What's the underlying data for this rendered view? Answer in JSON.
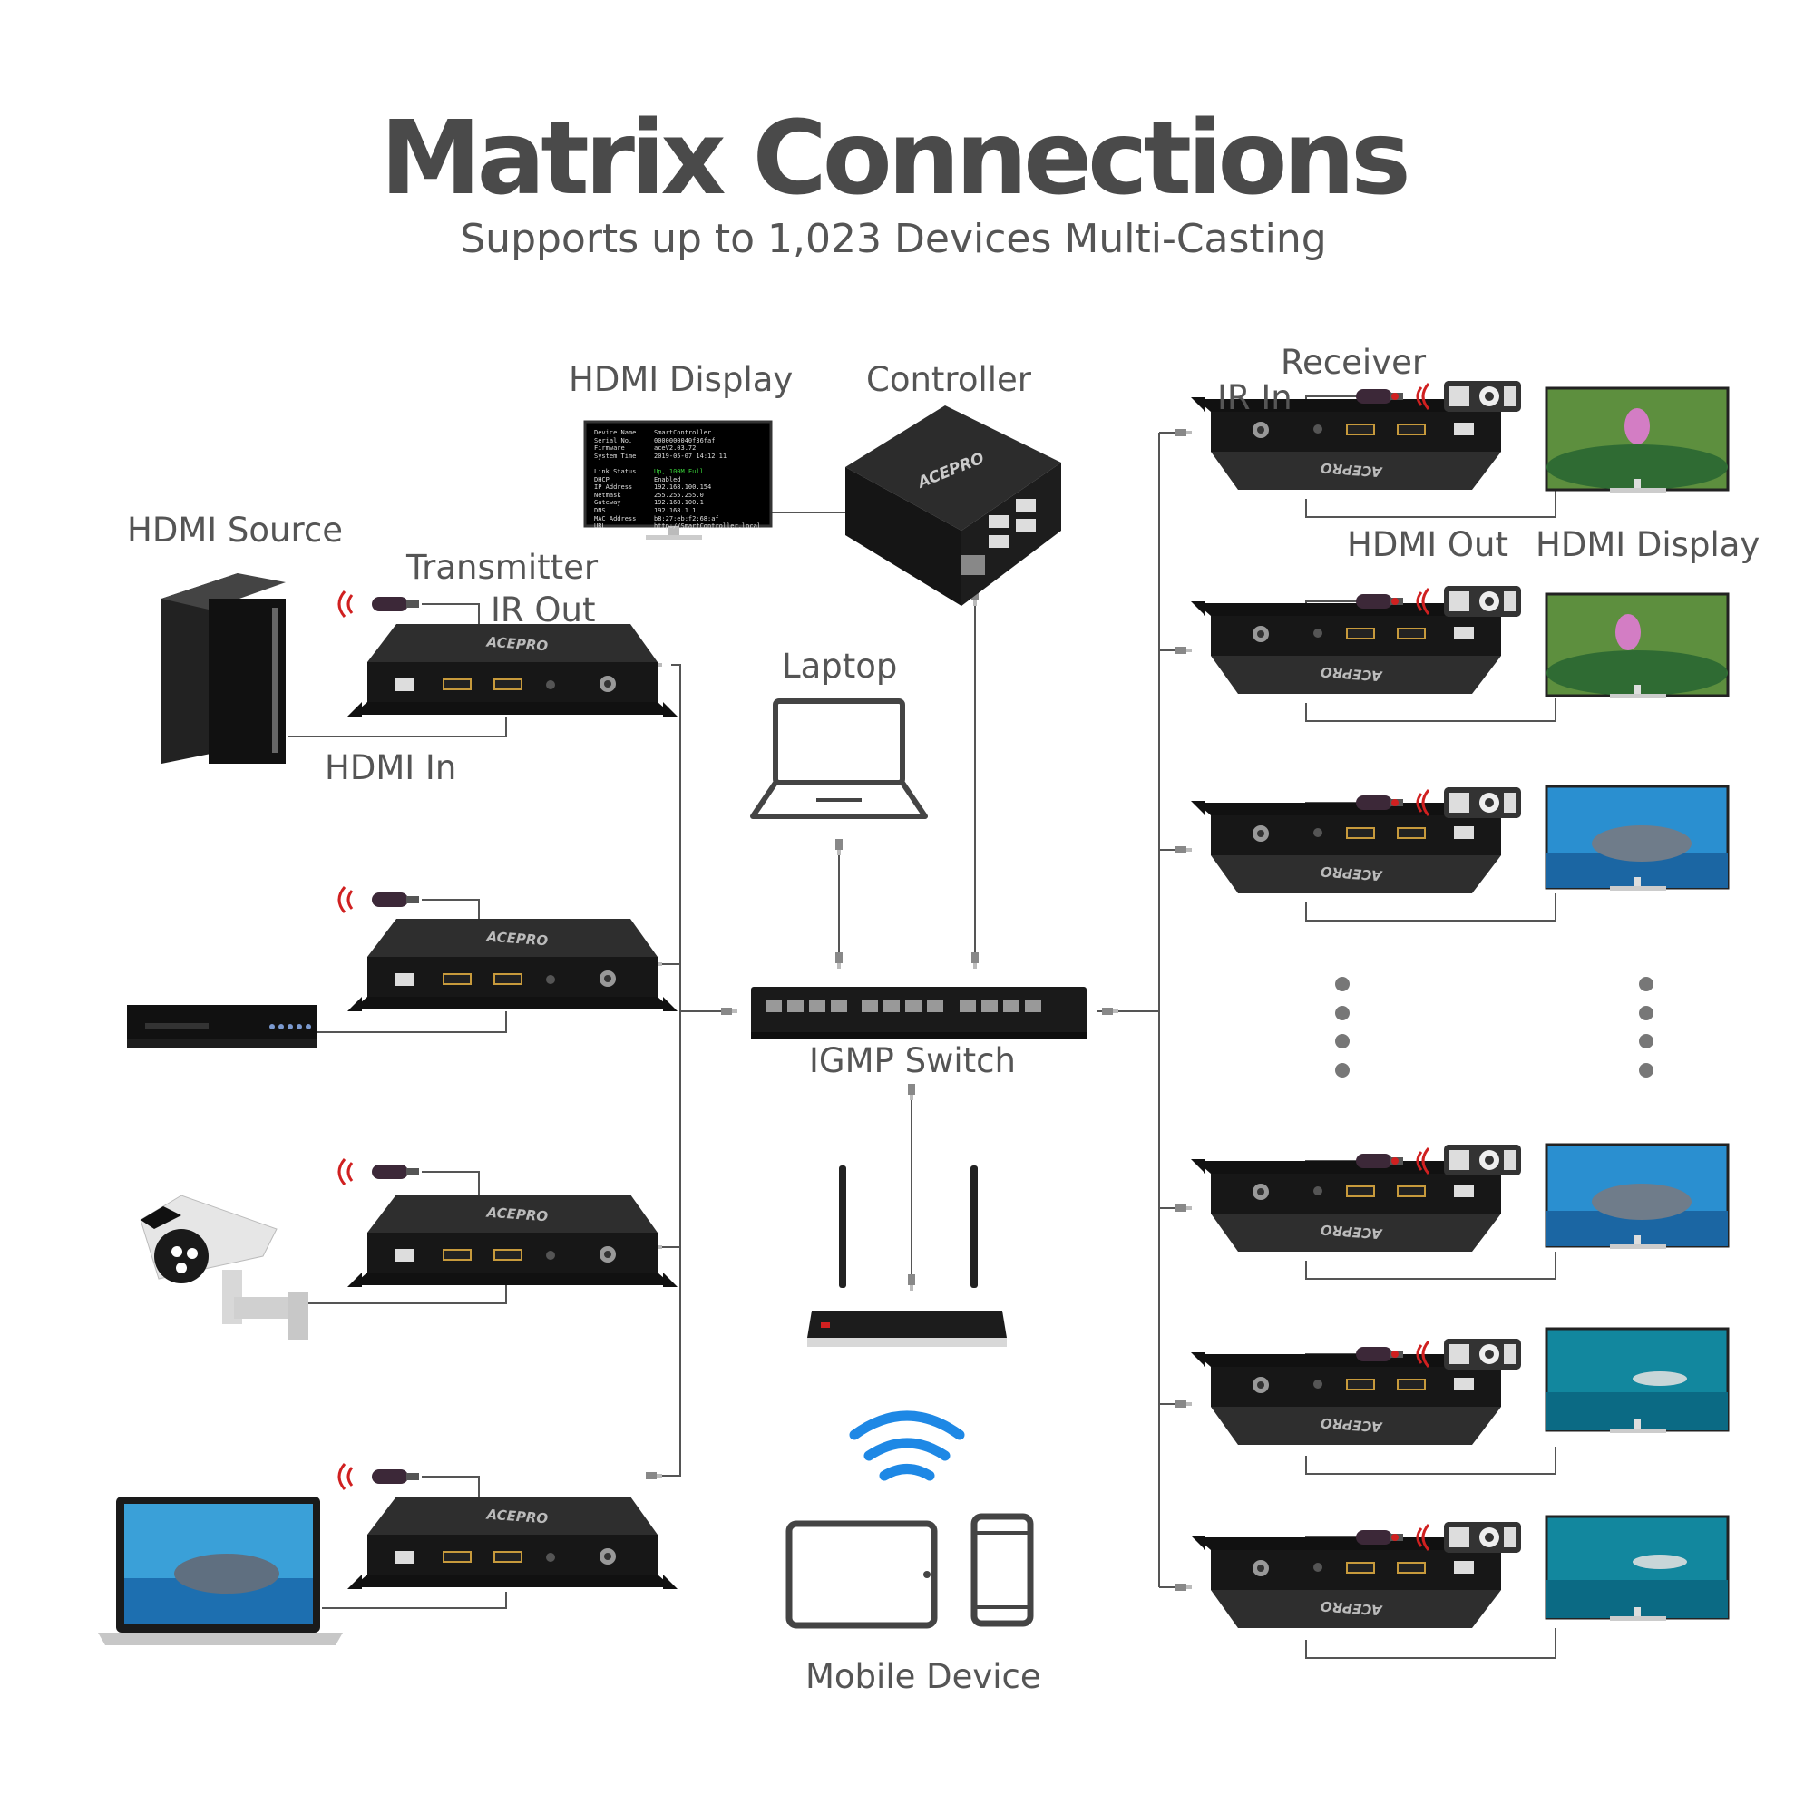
{
  "header": {
    "title": "Matrix Connections",
    "subtitle": "Supports up to 1,023 Devices Multi-Casting"
  },
  "labels": {
    "hdmi_display_top": "HDMI Display",
    "controller": "Controller",
    "receiver": "Receiver",
    "ir_in": "IR In",
    "hdmi_source": "HDMI Source",
    "transmitter": "Transmitter",
    "ir_out": "IR Out",
    "hdmi_in": "HDMI In",
    "hdmi_out": "HDMI Out",
    "hdmi_display_right": "HDMI Display",
    "laptop": "Laptop",
    "igmp_switch": "IGMP Switch",
    "mobile_device": "Mobile Device"
  },
  "controller_screen": {
    "rows": [
      {
        "key": "Device Name",
        "value": "SmartController"
      },
      {
        "key": "Serial No.",
        "value": "0000000040f36faf"
      },
      {
        "key": "Firmware",
        "value": "aceV2.03.72"
      },
      {
        "key": "System Time",
        "value": "2019-05-07 14:12:11"
      },
      {
        "key": "",
        "value": ""
      },
      {
        "key": "Link Status",
        "value": "Up, 100M Full"
      },
      {
        "key": "DHCP",
        "value": "Enabled"
      },
      {
        "key": "IP Address",
        "value": "192.168.100.154"
      },
      {
        "key": "Netmask",
        "value": "255.255.255.0"
      },
      {
        "key": "Gateway",
        "value": "192.168.100.1"
      },
      {
        "key": "DNS",
        "value": "192.168.1.1"
      },
      {
        "key": "MAC Address",
        "value": "b8:27:eb:f2:68:af"
      },
      {
        "key": "URL",
        "value": "http://SmartController.local"
      }
    ]
  },
  "brand": "ACEPRO",
  "colors": {
    "line": "#555555",
    "device": "#1c1c1c",
    "ir_red": "#d02020",
    "wifi_blue": "#1e88e5"
  }
}
